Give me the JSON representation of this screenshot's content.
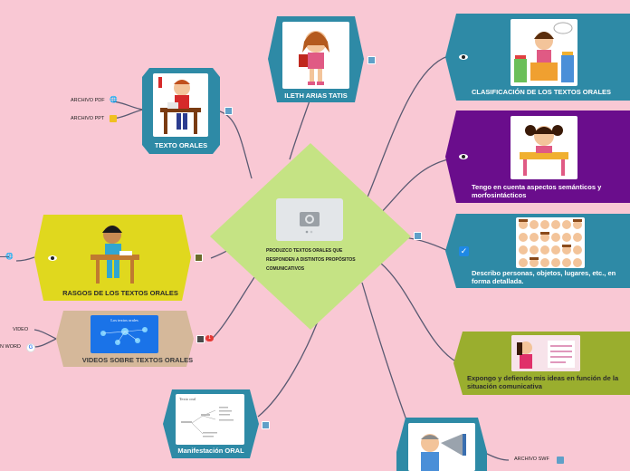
{
  "center": {
    "text": "PRODUZCO TEXTOS ORALES QUE RESPONDEN A DISTINTOS PROPÓSITOS COMUNICATIVOS"
  },
  "topics": {
    "texto_orales": {
      "label": "TEXTO ORALES"
    },
    "ileth": {
      "label": "ILETH ARIAS TATIS"
    },
    "clasificacion": {
      "label": "CLASIFICACIÓN DE LOS TEXTOS ORALES"
    },
    "tengo": {
      "label": "Tengo en cuenta aspectos semánticos y morfosintácticos"
    },
    "describo": {
      "label": "Describo personas, objetos, lugares, etc., en forma detallada."
    },
    "expongo": {
      "label": "Expongo y defiendo mis ideas en función de la situación comunicativa"
    },
    "rasgos": {
      "label": "RASGOS DE LOS TEXTOS ORALES"
    },
    "videos": {
      "label": "VIDEOS SOBRE TEXTOS ORALES"
    },
    "manifestacion": {
      "label": "Manifestación ORAL"
    }
  },
  "leaves": {
    "archivo_pdf": "ARCHIVO PDF",
    "archivo_ppt": "ARCHIVO PPT",
    "video": "VIDEO",
    "n_word": "N WORD",
    "archivo_swf": "ARCHIVO SWF"
  },
  "thumbnails": {
    "videos_title": "Los textos orales",
    "manifestacion_title": "Texto oral"
  },
  "badges": {
    "videos_count": "1"
  },
  "colors": {
    "background": "#f9c8d4",
    "center": "#c5e384",
    "teal": "#2e8aa6",
    "purple": "#6a0d8c",
    "olive": "#9aae2e",
    "yellow": "#e0d81e",
    "tan": "#d5b89a"
  }
}
